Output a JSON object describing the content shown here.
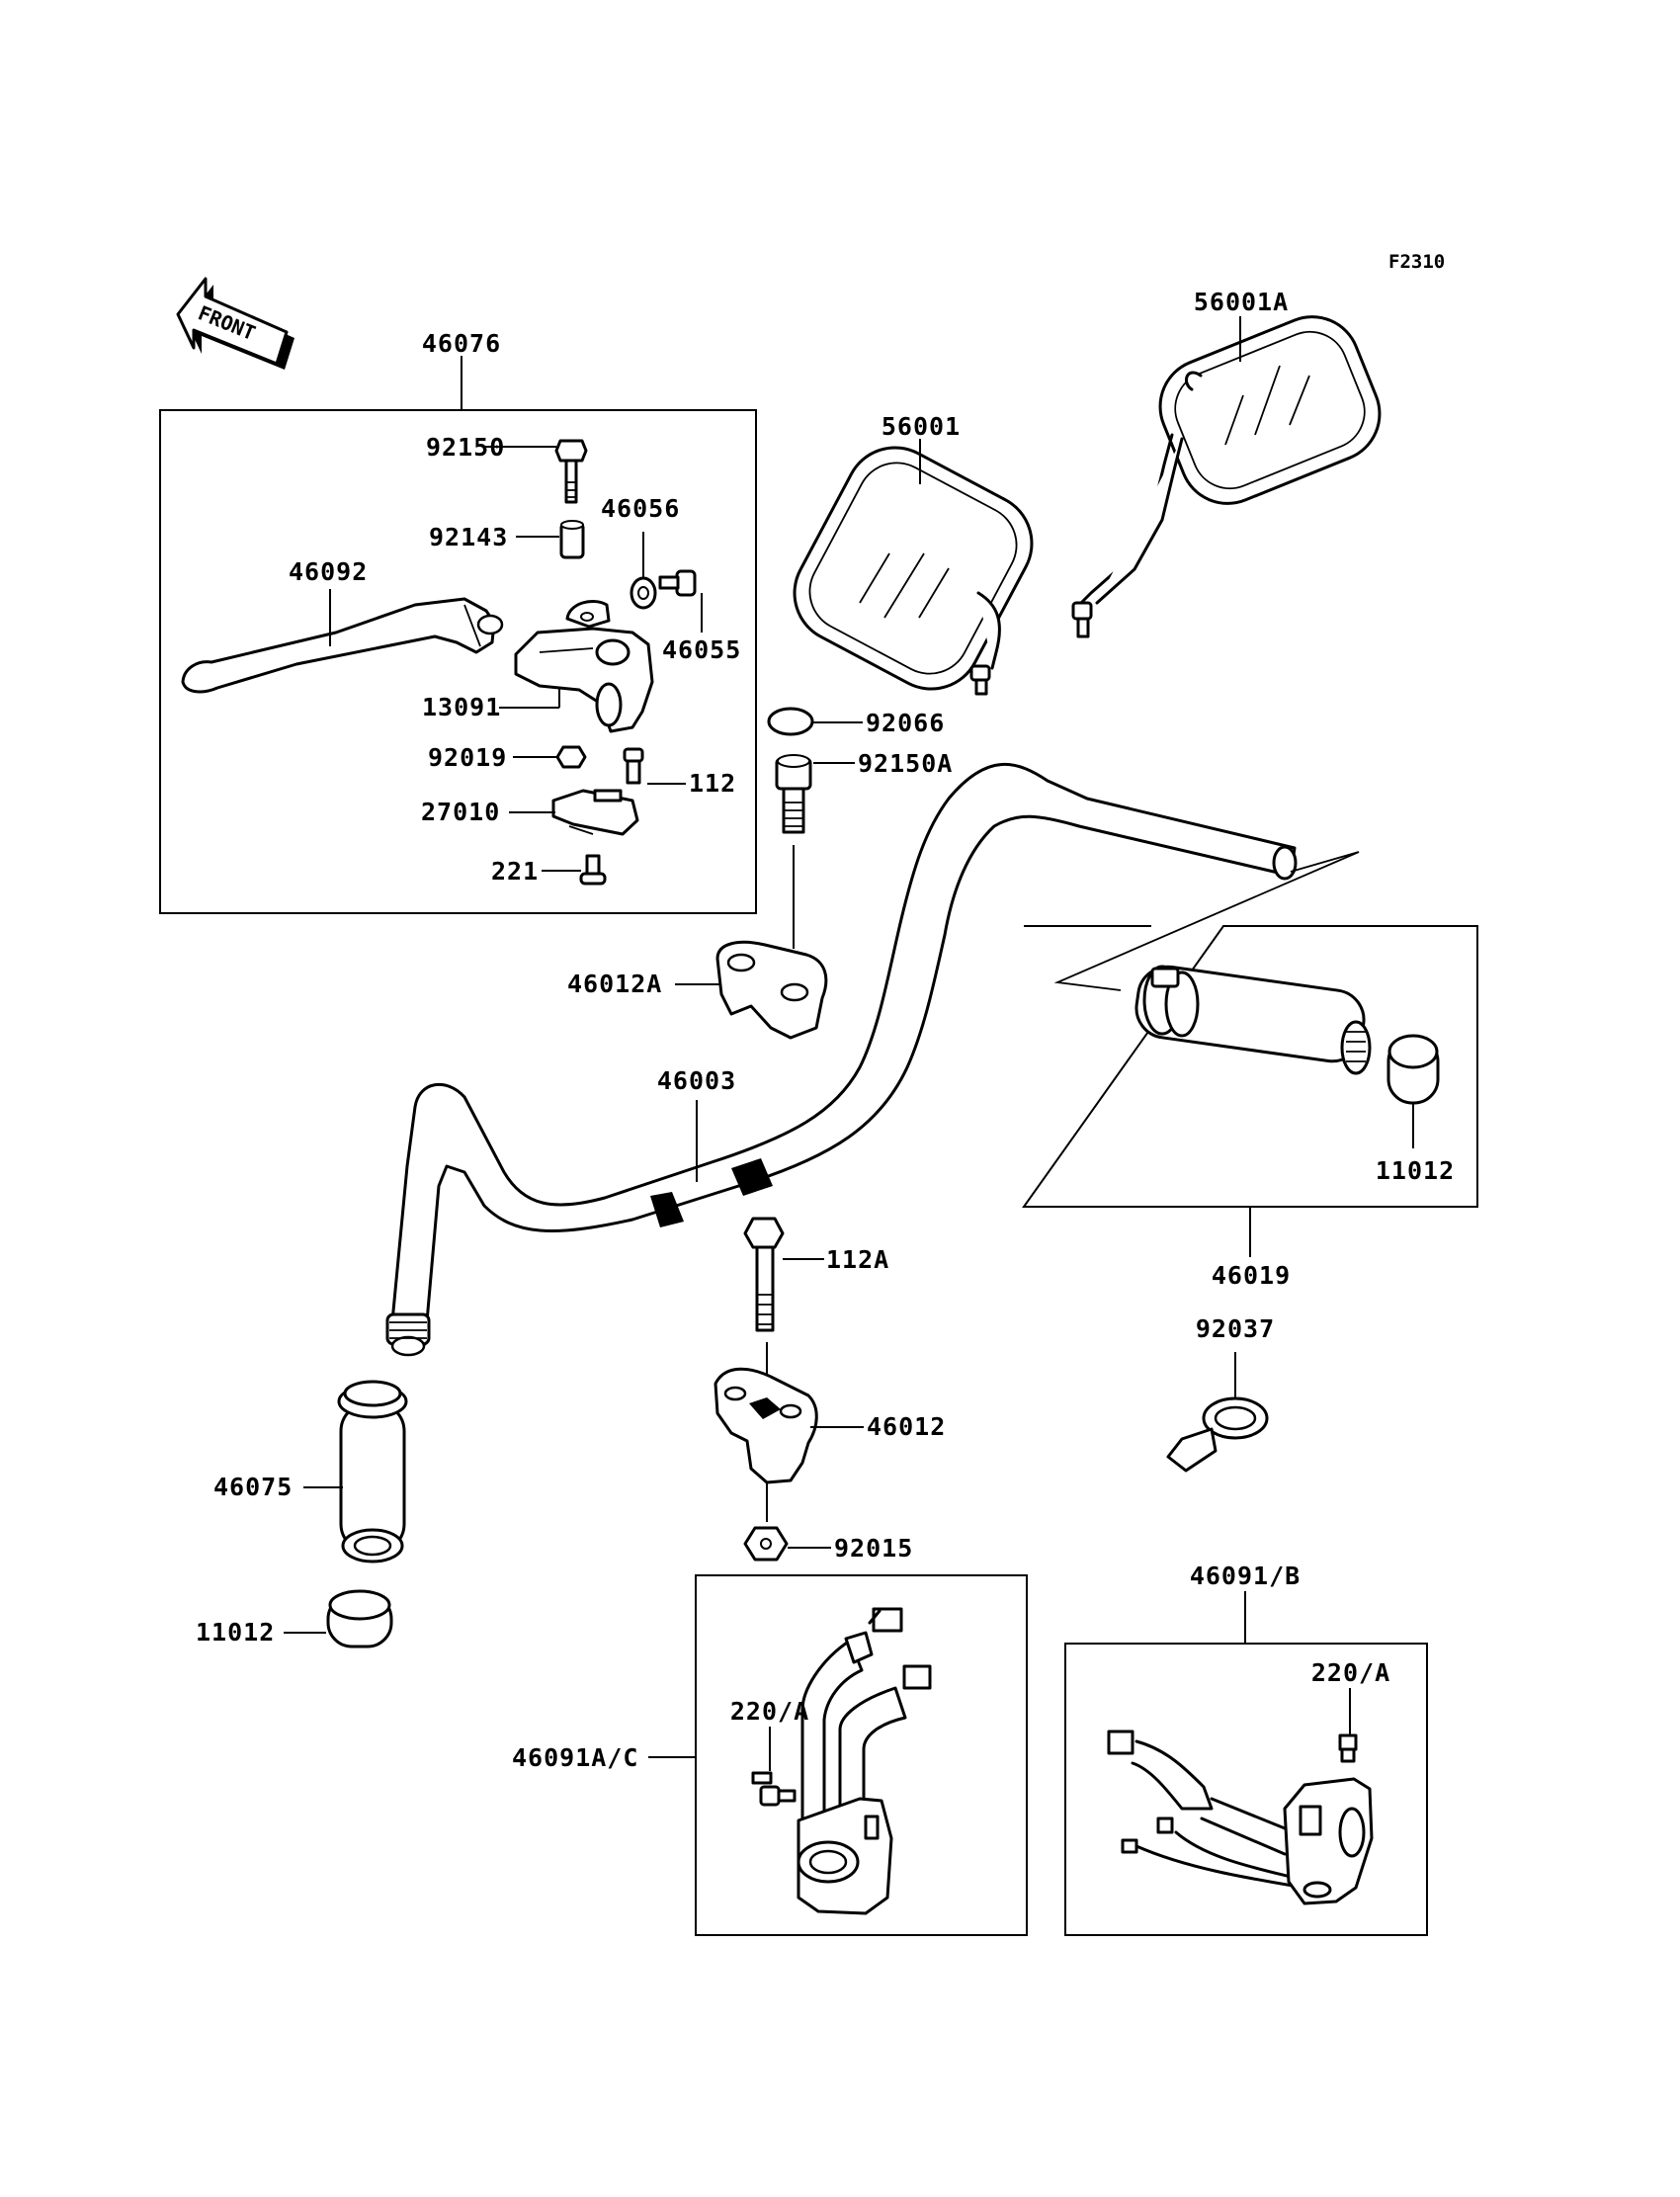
{
  "diagram": {
    "code": "F2310",
    "front_label": "FRONT",
    "parts": {
      "p46076": "46076",
      "p92150": "92150",
      "p46056": "46056",
      "p92143": "92143",
      "p46092": "46092",
      "p46055": "46055",
      "p13091": "13091",
      "p92019": "92019",
      "p112": "112",
      "p27010": "27010",
      "p221": "221",
      "p56001": "56001",
      "p56001A": "56001A",
      "p92066": "92066",
      "p92150A": "92150A",
      "p46012A": "46012A",
      "p46003": "46003",
      "p11012a": "11012",
      "p46019": "46019",
      "p112A": "112A",
      "p92037": "92037",
      "p46012": "46012",
      "p46075": "46075",
      "p92015": "92015",
      "p11012b": "11012",
      "p46091B": "46091/B",
      "p220Aa": "220/A",
      "p220Ab": "220/A",
      "p46091AC": "46091A/C"
    }
  }
}
